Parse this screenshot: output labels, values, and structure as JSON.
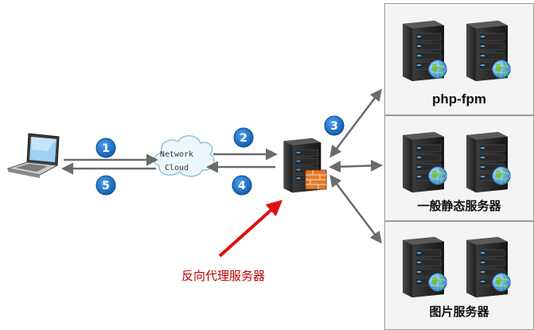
{
  "cloud": {
    "line1": "Network",
    "line2": "Cloud"
  },
  "steps": [
    "1",
    "2",
    "3",
    "4",
    "5"
  ],
  "groups": [
    {
      "label": "php-fpm"
    },
    {
      "label": "一般静态服务器"
    },
    {
      "label": "图片服务器"
    }
  ],
  "proxy_label": "反向代理服务器",
  "colors": {
    "step_badge": "#1a6fc4",
    "arrow": "#6b6b6b",
    "pointer": "#e01010",
    "caption": "#c00000",
    "panel_bg": "#f4f4f4",
    "panel_border": "#9a9a9a"
  },
  "icons": [
    "laptop-icon",
    "network-cloud-icon",
    "proxy-server-icon",
    "firewall-icon",
    "server-icon",
    "globe-icon"
  ]
}
